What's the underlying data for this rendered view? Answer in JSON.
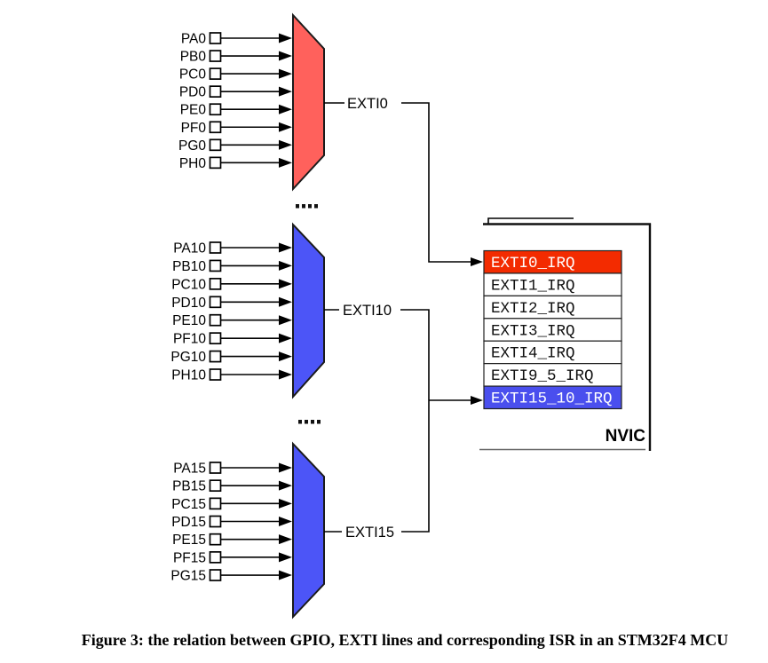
{
  "figure": {
    "caption": "Figure 3: the relation between GPIO, EXTI lines and corresponding ISR in an STM32F4 MCU"
  },
  "colors": {
    "mux_red": "#FF615C",
    "mux_blue": "#4C55F7",
    "irq_active_red": "#F32B00",
    "irq_active_blue": "#4A4FEE",
    "line": "#000000"
  },
  "ellipsis": "....",
  "muxes": [
    {
      "id": "exti0",
      "output_label": "EXTI0",
      "fill": "#FF615C",
      "inputs": [
        "PA0",
        "PB0",
        "PC0",
        "PD0",
        "PE0",
        "PF0",
        "PG0",
        "PH0"
      ]
    },
    {
      "id": "exti10",
      "output_label": "EXTI10",
      "fill": "#4C55F7",
      "inputs": [
        "PA10",
        "PB10",
        "PC10",
        "PD10",
        "PE10",
        "PF10",
        "PG10",
        "PH10"
      ]
    },
    {
      "id": "exti15",
      "output_label": "EXTI15",
      "fill": "#4C55F7",
      "inputs": [
        "PA15",
        "PB15",
        "PC15",
        "PD15",
        "PE15",
        "PF15",
        "PG15"
      ]
    }
  ],
  "nvic": {
    "label": "NVIC",
    "rows": [
      {
        "label": "EXTI0_IRQ",
        "highlight": "red"
      },
      {
        "label": "EXTI1_IRQ",
        "highlight": null
      },
      {
        "label": "EXTI2_IRQ",
        "highlight": null
      },
      {
        "label": "EXTI3_IRQ",
        "highlight": null
      },
      {
        "label": "EXTI4_IRQ",
        "highlight": null
      },
      {
        "label": "EXTI9_5_IRQ",
        "highlight": null
      },
      {
        "label": "EXTI15_10_IRQ",
        "highlight": "blue"
      }
    ]
  }
}
